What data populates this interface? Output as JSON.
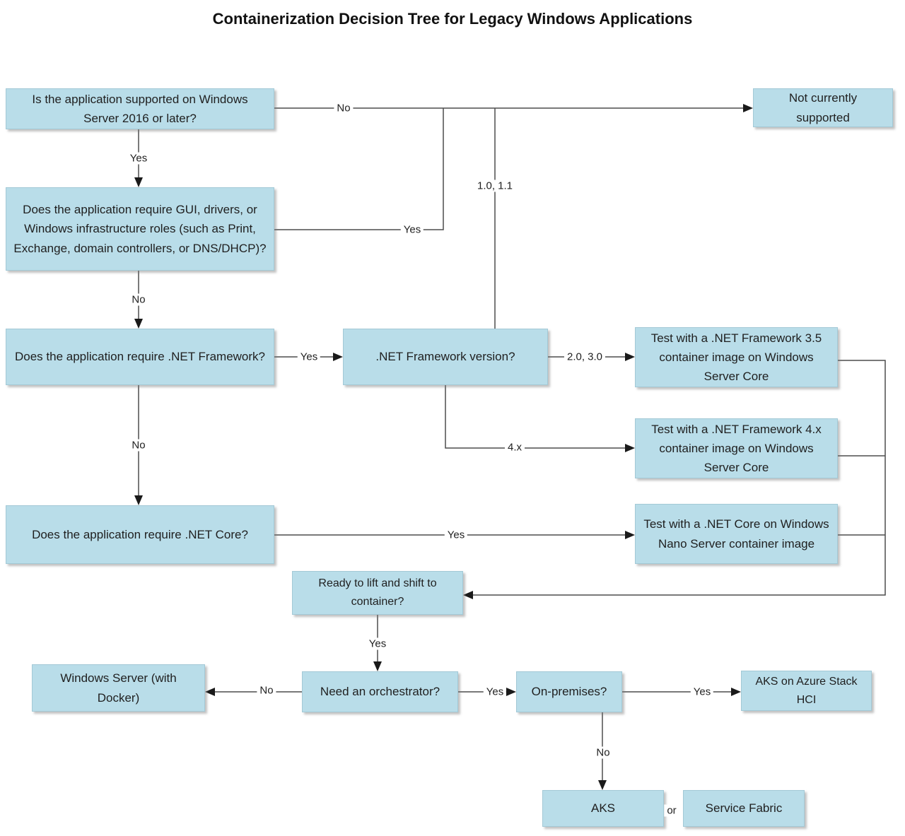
{
  "title": "Containerization Decision Tree for Legacy Windows Applications",
  "nodes": {
    "q_supported": {
      "label": "Is the application supported on Windows Server 2016 or later?"
    },
    "not_supported": {
      "label": "Not currently supported"
    },
    "q_gui": {
      "label": "Does the application require GUI, drivers, or Windows infrastructure roles (such as Print, Exchange, domain controllers, or DNS/DHCP)?"
    },
    "q_netfx": {
      "label": "Does the application require .NET Framework?"
    },
    "q_netfx_version": {
      "label": ".NET Framework version?"
    },
    "test_35": {
      "label": "Test with a .NET Framework 3.5 container image on Windows Server Core"
    },
    "test_4x": {
      "label": "Test with a .NET Framework 4.x container image on Windows Server Core"
    },
    "q_netcore": {
      "label": "Does the application require .NET Core?"
    },
    "test_netcore": {
      "label": "Test with a .NET Core on Windows Nano Server container image"
    },
    "q_ready": {
      "label": "Ready to lift and shift to container?"
    },
    "win_server_docker": {
      "label": "Windows Server (with Docker)"
    },
    "q_orchestrator": {
      "label": "Need an orchestrator?"
    },
    "q_onprem": {
      "label": "On-premises?"
    },
    "aks_hci": {
      "label": "AKS on Azure Stack HCI"
    },
    "aks": {
      "label": "AKS"
    },
    "service_fabric": {
      "label": "Service Fabric"
    }
  },
  "edge_labels": {
    "supported_no": "No",
    "supported_yes": "Yes",
    "gui_yes": "Yes",
    "gui_no": "No",
    "netfx_yes": "Yes",
    "netfx_no": "No",
    "version_10_11": "1.0, 1.1",
    "version_20_30": "2.0, 3.0",
    "version_4x": "4.x",
    "netcore_yes": "Yes",
    "ready_yes": "Yes",
    "orchestrator_no": "No",
    "orchestrator_yes": "Yes",
    "onprem_yes": "Yes",
    "onprem_no": "No",
    "or_label": "or"
  },
  "colors": {
    "node_fill": "#b9dde9",
    "node_border": "#a3c9d6",
    "connector": "#4d4d4d",
    "arrowhead": "#1a1a1a"
  }
}
